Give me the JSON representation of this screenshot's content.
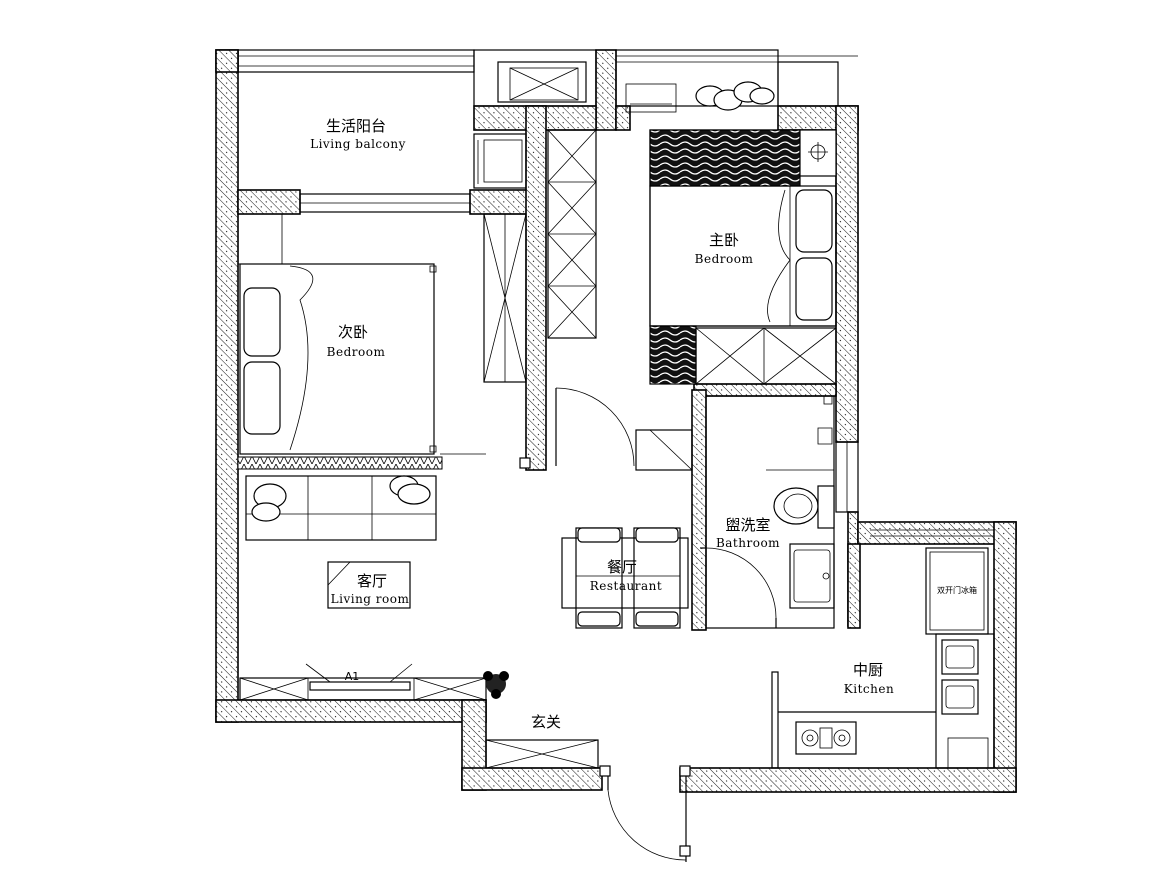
{
  "rooms": {
    "living_balcony": {
      "zh": "生活阳台",
      "en": "Living balcony"
    },
    "master_bedroom": {
      "zh": "主卧",
      "en": "Bedroom"
    },
    "second_bedroom": {
      "zh": "次卧",
      "en": "Bedroom"
    },
    "bathroom": {
      "zh": "盥洗室",
      "en": "Bathroom"
    },
    "dining": {
      "zh": "餐厅",
      "en": "Restaurant"
    },
    "living_room": {
      "zh": "客厅",
      "en": "Living room"
    },
    "kitchen": {
      "zh": "中厨",
      "en": "Kitchen"
    },
    "entrance": {
      "zh": "玄关"
    }
  },
  "labels": {
    "fridge": "双开门冰箱",
    "ac": "A1"
  }
}
